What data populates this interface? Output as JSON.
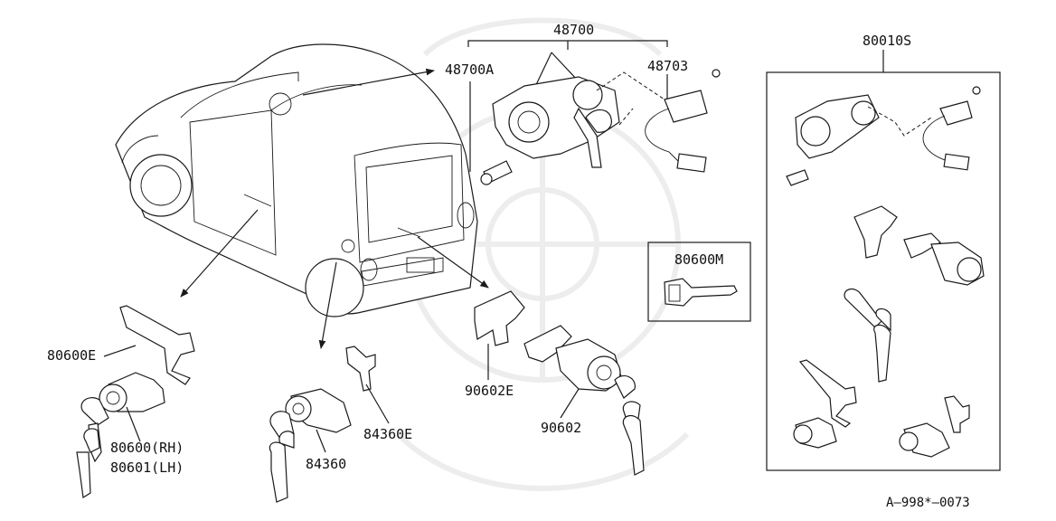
{
  "diagram": {
    "diagram_code": "A—998*—0073",
    "labels": {
      "assy_48700": "48700",
      "part_48700A": "48700A",
      "part_48703": "48703",
      "kit_80010S": "80010S",
      "key_blank_80600M": "80600M",
      "part_80600E": "80600E",
      "part_80600_rh": "80600(RH)",
      "part_80601_lh": "80601(LH)",
      "part_84360": "84360",
      "part_84360E": "84360E",
      "part_90602E": "90602E",
      "part_90602": "90602"
    }
  }
}
